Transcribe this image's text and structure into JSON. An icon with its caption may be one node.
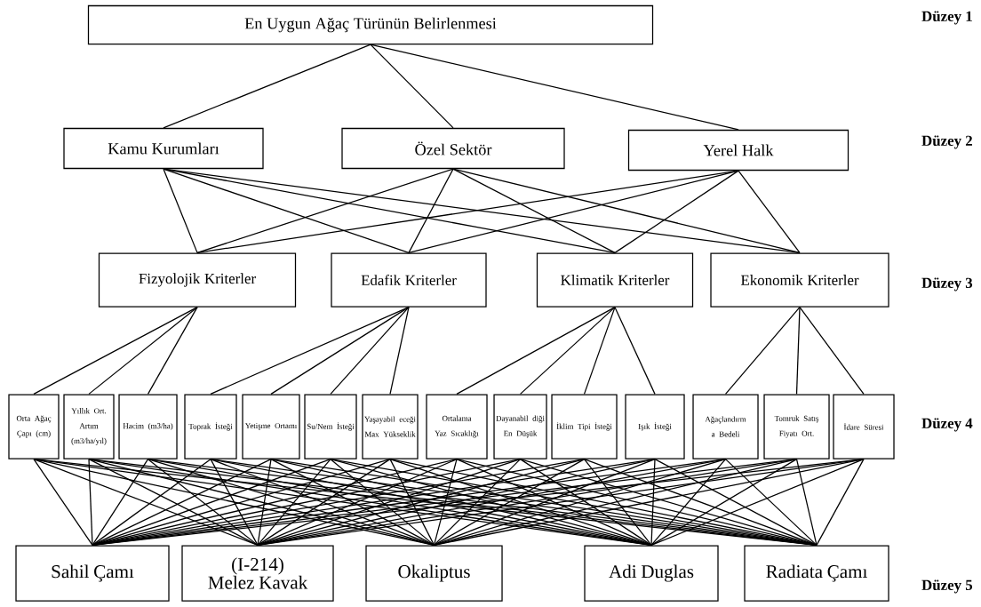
{
  "diagram": {
    "nodes": [
      {
        "text": [
          "En Uygun Ağaç Türünün Belirlenmesi"
        ]
      },
      {
        "text": [
          "Kamu Kurumları"
        ]
      },
      {
        "text": [
          "Özel Sektör"
        ]
      },
      {
        "text": [
          "Yerel Halk"
        ]
      },
      {
        "text": [
          "Fizyolojik Kriterler"
        ]
      },
      {
        "text": [
          "Edafik Kriterler"
        ]
      },
      {
        "text": [
          "Klimatik Kriterler"
        ]
      },
      {
        "text": [
          "Ekonomik Kriterler"
        ]
      },
      {
        "text": [
          "Orta Ağaç Çapı (cm)"
        ]
      },
      {
        "text": [
          "Yıllık Ort. Artım (m3/ha/yıl)"
        ]
      },
      {
        "text": [
          "Hacim (m3/ha)"
        ]
      },
      {
        "text": [
          "Toprak İsteği"
        ]
      },
      {
        "text": [
          "Yetişme Ortamı"
        ]
      },
      {
        "text": [
          "Su/Nem İsteği"
        ]
      },
      {
        "text": [
          "Yaşayabil eceği Max Yükseklik"
        ]
      },
      {
        "text": [
          "Ortalama Yaz Sıcaklığı"
        ]
      },
      {
        "text": [
          "Dayanabil diği En Düşük"
        ]
      },
      {
        "text": [
          "İklim Tipi İsteği"
        ]
      },
      {
        "text": [
          "Işık İsteği"
        ]
      },
      {
        "text": [
          "Ağaçlandırm a Bedeli"
        ]
      },
      {
        "text": [
          "Tomruk Satış Fiyatı Ort."
        ]
      },
      {
        "text": [
          "İdare Süresi"
        ]
      },
      {
        "text": [
          "Sahil Çamı"
        ]
      },
      {
        "text": [
          "(I-214) Melez Kavak"
        ]
      },
      {
        "text": [
          "Okaliptus"
        ]
      },
      {
        "text": [
          "Adi Duglas"
        ]
      },
      {
        "text": [
          "Radiata Çamı"
        ]
      }
    ],
    "edges": [
      {
        "from": 0,
        "to": 1,
        "arrow": "none"
      },
      {
        "from": 0,
        "to": 2,
        "arrow": "none"
      },
      {
        "from": 0,
        "to": 3,
        "arrow": "none"
      },
      {
        "from": 1,
        "to": 4,
        "arrow": "none"
      },
      {
        "from": 1,
        "to": 5,
        "arrow": "none"
      },
      {
        "from": 1,
        "to": 6,
        "arrow": "none"
      },
      {
        "from": 1,
        "to": 7,
        "arrow": "none"
      },
      {
        "from": 2,
        "to": 4,
        "arrow": "none"
      },
      {
        "from": 2,
        "to": 5,
        "arrow": "none"
      },
      {
        "from": 2,
        "to": 6,
        "arrow": "none"
      },
      {
        "from": 2,
        "to": 7,
        "arrow": "none"
      },
      {
        "from": 3,
        "to": 4,
        "arrow": "none"
      },
      {
        "from": 3,
        "to": 5,
        "arrow": "none"
      },
      {
        "from": 3,
        "to": 6,
        "arrow": "none"
      },
      {
        "from": 3,
        "to": 7,
        "arrow": "none"
      },
      {
        "from": 4,
        "to": 8,
        "arrow": "none"
      },
      {
        "from": 4,
        "to": 9,
        "arrow": "none"
      },
      {
        "from": 4,
        "to": 10,
        "arrow": "none"
      },
      {
        "from": 5,
        "to": 11,
        "arrow": "none"
      },
      {
        "from": 5,
        "to": 12,
        "arrow": "none"
      },
      {
        "from": 5,
        "to": 13,
        "arrow": "none"
      },
      {
        "from": 5,
        "to": 14,
        "arrow": "none"
      },
      {
        "from": 6,
        "to": 15,
        "arrow": "none"
      },
      {
        "from": 6,
        "to": 16,
        "arrow": "none"
      },
      {
        "from": 6,
        "to": 17,
        "arrow": "none"
      },
      {
        "from": 6,
        "to": 18,
        "arrow": "none"
      },
      {
        "from": 7,
        "to": 19,
        "arrow": "none"
      },
      {
        "from": 7,
        "to": 20,
        "arrow": "none"
      },
      {
        "from": 7,
        "to": 21,
        "arrow": "none"
      },
      {
        "from": 8,
        "to": 22,
        "arrow": "none"
      },
      {
        "from": 8,
        "to": 23,
        "arrow": "none"
      },
      {
        "from": 8,
        "to": 24,
        "arrow": "none"
      },
      {
        "from": 8,
        "to": 25,
        "arrow": "none"
      },
      {
        "from": 8,
        "to": 26,
        "arrow": "none"
      },
      {
        "from": 9,
        "to": 22,
        "arrow": "none"
      },
      {
        "from": 9,
        "to": 23,
        "arrow": "none"
      },
      {
        "from": 9,
        "to": 24,
        "arrow": "none"
      },
      {
        "from": 9,
        "to": 25,
        "arrow": "none"
      },
      {
        "from": 9,
        "to": 26,
        "arrow": "none"
      },
      {
        "from": 10,
        "to": 22,
        "arrow": "none"
      },
      {
        "from": 10,
        "to": 23,
        "arrow": "none"
      },
      {
        "from": 10,
        "to": 24,
        "arrow": "none"
      },
      {
        "from": 10,
        "to": 25,
        "arrow": "none"
      },
      {
        "from": 10,
        "to": 26,
        "arrow": "none"
      },
      {
        "from": 11,
        "to": 22,
        "arrow": "none"
      },
      {
        "from": 11,
        "to": 23,
        "arrow": "none"
      },
      {
        "from": 11,
        "to": 24,
        "arrow": "none"
      },
      {
        "from": 11,
        "to": 25,
        "arrow": "none"
      },
      {
        "from": 11,
        "to": 26,
        "arrow": "none"
      },
      {
        "from": 12,
        "to": 22,
        "arrow": "none"
      },
      {
        "from": 12,
        "to": 23,
        "arrow": "none"
      },
      {
        "from": 12,
        "to": 24,
        "arrow": "none"
      },
      {
        "from": 12,
        "to": 25,
        "arrow": "none"
      },
      {
        "from": 12,
        "to": 26,
        "arrow": "none"
      },
      {
        "from": 13,
        "to": 22,
        "arrow": "none"
      },
      {
        "from": 13,
        "to": 23,
        "arrow": "none"
      },
      {
        "from": 13,
        "to": 24,
        "arrow": "none"
      },
      {
        "from": 13,
        "to": 25,
        "arrow": "none"
      },
      {
        "from": 13,
        "to": 26,
        "arrow": "none"
      },
      {
        "from": 14,
        "to": 22,
        "arrow": "none"
      },
      {
        "from": 14,
        "to": 23,
        "arrow": "none"
      },
      {
        "from": 14,
        "to": 24,
        "arrow": "none"
      },
      {
        "from": 14,
        "to": 25,
        "arrow": "none"
      },
      {
        "from": 14,
        "to": 26,
        "arrow": "none"
      },
      {
        "from": 15,
        "to": 22,
        "arrow": "none"
      },
      {
        "from": 15,
        "to": 23,
        "arrow": "none"
      },
      {
        "from": 15,
        "to": 24,
        "arrow": "none"
      },
      {
        "from": 15,
        "to": 25,
        "arrow": "none"
      },
      {
        "from": 15,
        "to": 26,
        "arrow": "none"
      },
      {
        "from": 16,
        "to": 22,
        "arrow": "none"
      },
      {
        "from": 16,
        "to": 23,
        "arrow": "none"
      },
      {
        "from": 16,
        "to": 24,
        "arrow": "none"
      },
      {
        "from": 16,
        "to": 25,
        "arrow": "none"
      },
      {
        "from": 16,
        "to": 26,
        "arrow": "none"
      },
      {
        "from": 17,
        "to": 22,
        "arrow": "none"
      },
      {
        "from": 17,
        "to": 23,
        "arrow": "none"
      },
      {
        "from": 17,
        "to": 24,
        "arrow": "none"
      },
      {
        "from": 17,
        "to": 25,
        "arrow": "none"
      },
      {
        "from": 17,
        "to": 26,
        "arrow": "none"
      },
      {
        "from": 18,
        "to": 22,
        "arrow": "none"
      },
      {
        "from": 18,
        "to": 23,
        "arrow": "none"
      },
      {
        "from": 18,
        "to": 24,
        "arrow": "none"
      },
      {
        "from": 18,
        "to": 25,
        "arrow": "none"
      },
      {
        "from": 18,
        "to": 26,
        "arrow": "none"
      },
      {
        "from": 19,
        "to": 22,
        "arrow": "none"
      },
      {
        "from": 19,
        "to": 23,
        "arrow": "none"
      },
      {
        "from": 19,
        "to": 24,
        "arrow": "none"
      },
      {
        "from": 19,
        "to": 25,
        "arrow": "none"
      },
      {
        "from": 19,
        "to": 26,
        "arrow": "none"
      },
      {
        "from": 20,
        "to": 22,
        "arrow": "none"
      },
      {
        "from": 20,
        "to": 23,
        "arrow": "none"
      },
      {
        "from": 20,
        "to": 24,
        "arrow": "none"
      },
      {
        "from": 20,
        "to": 25,
        "arrow": "none"
      },
      {
        "from": 20,
        "to": 26,
        "arrow": "none"
      },
      {
        "from": 21,
        "to": 22,
        "arrow": "none"
      },
      {
        "from": 21,
        "to": 23,
        "arrow": "none"
      },
      {
        "from": 21,
        "to": 24,
        "arrow": "none"
      },
      {
        "from": 21,
        "to": 25,
        "arrow": "none"
      },
      {
        "from": 21,
        "to": 26,
        "arrow": "none"
      }
    ],
    "labels": [
      "Düzey 1",
      "Düzey 2",
      "Düzey 3",
      "Düzey 4",
      "Düzey 5"
    ]
  }
}
